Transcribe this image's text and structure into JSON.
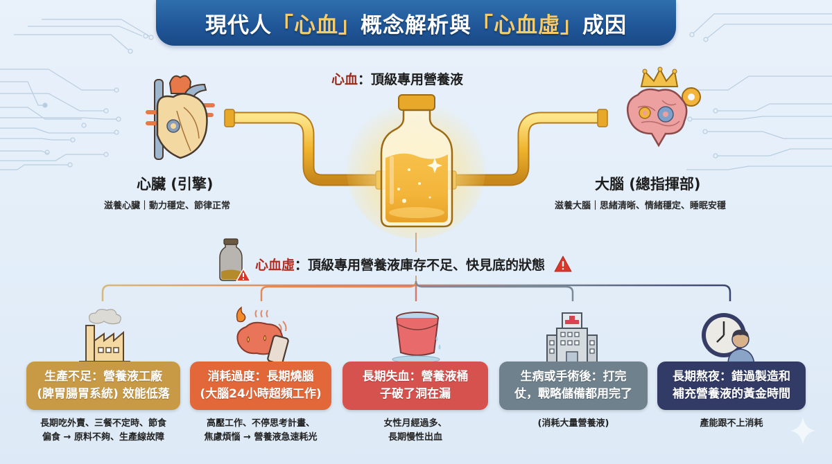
{
  "header": {
    "title_parts": [
      "現代人",
      "「心血」",
      "概念解析與",
      "「心血虛」",
      "成因"
    ]
  },
  "definition": {
    "term": "心血",
    "colon": "：",
    "meaning": "頂級專用營養液"
  },
  "heart": {
    "icon": "heart-with-gear-icon",
    "title": "心臟 (引擎)",
    "description": "滋養心臟｜動力穩定、節律正常"
  },
  "brain": {
    "icon": "brain-with-crown-gears-icon",
    "title": "大腦 (總指揮部)",
    "description": "滋養大腦｜思緒清晰、情緒穩定、睡眠安穩"
  },
  "center": {
    "icon": "golden-nutrient-bottle-icon"
  },
  "deficiency": {
    "icon": "low-bottle-warning-icon",
    "term": "心血虛",
    "colon": "：",
    "meaning": "頂級專用營養液庫存不足、快見底的狀態",
    "warning_icon": "warning-triangle-icon"
  },
  "causes": [
    {
      "icon": "factory-icon",
      "color": "#c89a45",
      "line_color": "#d4b06a",
      "card_lines": [
        "生產不足：營養液工廠",
        "(脾胃腸胃系統) 效能低落"
      ],
      "desc_lines": [
        "長期吃外賣、三餐不定時、節食",
        "偏食 → 原料不夠、生產線故障"
      ]
    },
    {
      "icon": "burning-brain-phone-icon",
      "color": "#e2683a",
      "line_color": "#e08a5a",
      "card_lines": [
        "消耗過度：長期燒腦",
        "(大腦24小時超頻工作)"
      ],
      "desc_lines": [
        "高壓工作、不停思考計畫、",
        "焦慮煩惱 → 營養液急速耗光"
      ]
    },
    {
      "icon": "leaking-bucket-icon",
      "color": "#d6524f",
      "line_color": "#d07a70",
      "card_lines": [
        "長期失血：營養液桶",
        "子破了洞在漏"
      ],
      "desc_lines": [
        "女性月經過多、",
        "長期慢性出血"
      ]
    },
    {
      "icon": "hospital-icon",
      "color": "#6f818c",
      "line_color": "#7b8a96",
      "card_lines": [
        "生病或手術後：打完",
        "仗，戰略儲備都用完了"
      ],
      "desc_lines": [
        "(消耗大量營養液)"
      ]
    },
    {
      "icon": "clock-night-person-icon",
      "color": "#323a66",
      "line_color": "#3a4470",
      "card_lines": [
        "長期熬夜：錯過製造和",
        "補充營養液的黃金時間"
      ],
      "desc_lines": [
        "產能跟不上消耗"
      ]
    }
  ],
  "colors": {
    "header_bg": "#1f5597",
    "title_highlight": "#f4cb6d",
    "term_red": "#9a2a1c",
    "gold_pipe": "#f0b52e",
    "background": "#e6f0fa"
  }
}
